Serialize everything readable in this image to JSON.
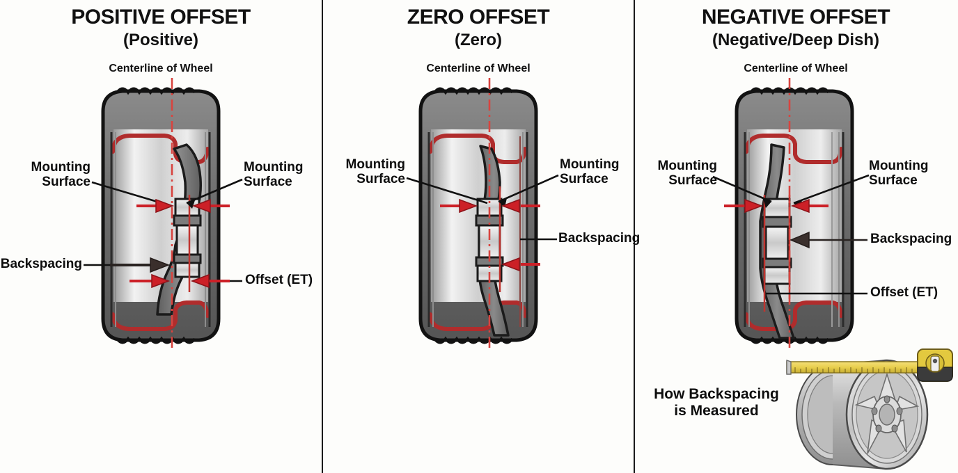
{
  "background": "#fdfdfb",
  "accent_red": "#cc2027",
  "centerline_color": "#d8443f",
  "panels": [
    {
      "id": "positive",
      "title": "POSITIVE OFFSET",
      "subtitle": "(Positive)",
      "centerline_label": "Centerline of Wheel",
      "labels": {
        "mounting_surface_left": "Mounting\nSurface",
        "mounting_surface_left_line1": "Mounting",
        "mounting_surface_left_line2": "Surface",
        "mounting_surface_right_line1": "Mounting",
        "mounting_surface_right_line2": "Surface",
        "backspacing": "Backspacing",
        "offset": "Offset (ET)"
      }
    },
    {
      "id": "zero",
      "title": "ZERO OFFSET",
      "subtitle": "(Zero)",
      "centerline_label": "Centerline of Wheel",
      "labels": {
        "mounting_surface_left_line1": "Mounting",
        "mounting_surface_left_line2": "Surface",
        "mounting_surface_right_line1": "Mounting",
        "mounting_surface_right_line2": "Surface",
        "backspacing": "Backspacing"
      }
    },
    {
      "id": "negative",
      "title": "NEGATIVE OFFSET",
      "subtitle": "(Negative/Deep Dish)",
      "centerline_label": "Centerline of Wheel",
      "labels": {
        "mounting_surface_left_line1": "Mounting",
        "mounting_surface_left_line2": "Surface",
        "mounting_surface_right_line1": "Mounting",
        "mounting_surface_right_line2": "Surface",
        "backspacing": "Backspacing",
        "offset": "Offset (ET)"
      },
      "howto_line1": "How Backspacing",
      "howto_line2": "is Measured",
      "photo_caption_icon": "tape-measure-icon"
    }
  ]
}
